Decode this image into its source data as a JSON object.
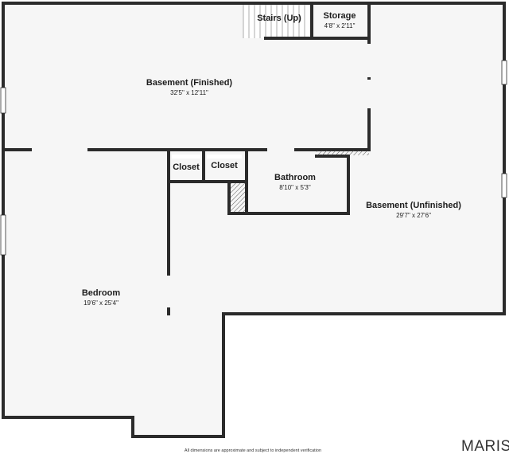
{
  "rooms": {
    "basement_finished": {
      "name": "Basement (Finished)",
      "dim": "32'5\" x 12'11\""
    },
    "stairs": {
      "name": "Stairs (Up)"
    },
    "storage": {
      "name": "Storage",
      "dim": "4'8\" x 2'11\""
    },
    "closet_left": {
      "name": "Closet"
    },
    "closet_right": {
      "name": "Closet"
    },
    "bathroom": {
      "name": "Bathroom",
      "dim": "8'10\" x 5'3\""
    },
    "basement_unfinished": {
      "name": "Basement (Unfinished)",
      "dim": "29'7\" x 27'6\""
    },
    "bedroom": {
      "name": "Bedroom",
      "dim": "19'6\" x 25'4\""
    }
  },
  "footer": {
    "disclaimer": "All dimensions are approximate and subject to independent verification",
    "brand": "MARIS"
  }
}
